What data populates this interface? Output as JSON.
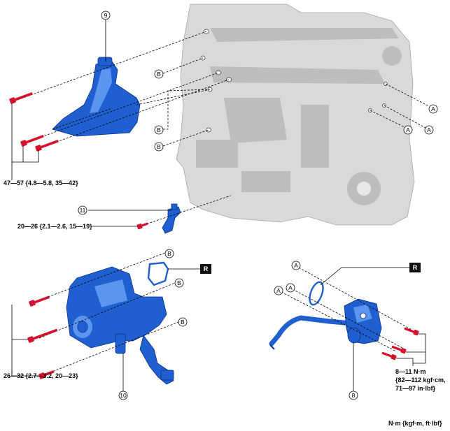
{
  "callouts": {
    "part_9": "9",
    "part_10": "10",
    "part_11": "11",
    "part_8": "8",
    "ref_A": "A",
    "ref_B": "B",
    "ref_R": "R"
  },
  "torques": {
    "bracket_bolts": "47—57 {4.8—5.8, 35—42}",
    "part11_bolt": "20—26 {2.1—2.6, 15—19}",
    "pump_bolts": "26—32 {2.7—3.2, 20—23}",
    "part8_bolts_line1": "8—11 N·m",
    "part8_bolts_line2": "{82—112 kgf·cm,",
    "part8_bolts_line3": "71—97 in·lbf}"
  },
  "unit_legend": "N·m {kgf·m, ft·lbf}",
  "colors": {
    "part_blue": "#1f5fcf",
    "bolt_red": "#d4102a",
    "engine_gray": "#d9d9d9"
  }
}
